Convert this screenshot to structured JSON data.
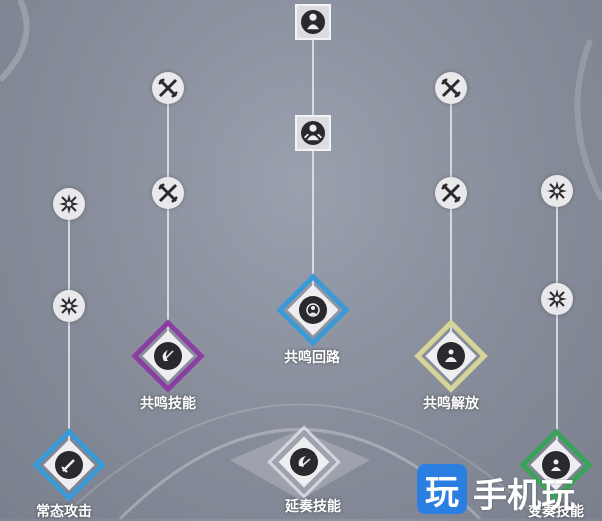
{
  "labels": {
    "basic_attack": "常态攻击",
    "resonance_skill": "共鸣技能",
    "forte_circuit": "共鸣回路",
    "resonance_liberation": "共鸣解放",
    "intro_skill": "延奏技能",
    "outro_skill": "变奏技能"
  },
  "watermark": {
    "icon_char": "玩",
    "text": "手机玩"
  },
  "colors": {
    "basic_attack_frame": "#3b9ad6",
    "resonance_skill_frame": "#8a3fa0",
    "forte_circuit_frame": "#3b9ad6",
    "resonance_liberation_frame": "#d7d49a",
    "outro_skill_frame": "#3aa35a",
    "node_bg": "#e9e9ec",
    "icon_dark": "#2a2a2e"
  },
  "icons": {
    "stat_node": "burst-star-icon",
    "sword_node": "crossed-swords-icon",
    "inherent_node": "figure-icon"
  }
}
